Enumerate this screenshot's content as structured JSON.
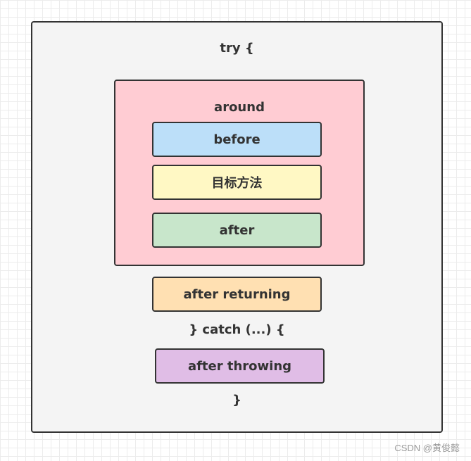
{
  "diagram": {
    "try_open": "try {",
    "around": "around",
    "before": "before",
    "target_method": "目标方法",
    "after": "after",
    "after_returning": "after returning",
    "catch_line": "} catch (...) {",
    "after_throwing": "after throwing",
    "close_brace": "}"
  },
  "colors": {
    "outer_bg": "#f4f4f4",
    "around_bg": "#ffccd3",
    "before_bg": "#bcdff9",
    "target_bg": "#fff8c4",
    "after_bg": "#c8e6cb",
    "after_returning_bg": "#ffe0b2",
    "after_throwing_bg": "#e0bde6",
    "border": "#333333"
  },
  "watermark": "CSDN @黄俊懿"
}
